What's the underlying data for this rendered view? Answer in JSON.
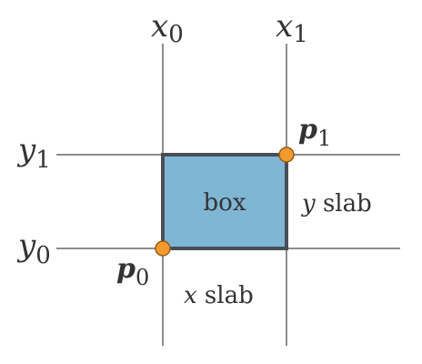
{
  "lines": {
    "x0": {
      "main": "x",
      "sub": "0"
    },
    "x1": {
      "main": "x",
      "sub": "1"
    },
    "y0": {
      "main": "y",
      "sub": "0"
    },
    "y1": {
      "main": "y",
      "sub": "1"
    }
  },
  "points": {
    "p0": {
      "main": "p",
      "sub": "0"
    },
    "p1": {
      "main": "p",
      "sub": "1"
    }
  },
  "box": {
    "label": "box"
  },
  "slabs": {
    "x": {
      "var": "x",
      "word": " slab"
    },
    "y": {
      "var": "y",
      "word": " slab"
    }
  },
  "colors": {
    "box_fill": "#7fb6d4",
    "box_stroke": "#4a4f57",
    "line": "#8c8c8c",
    "point_fill": "#f29a2e",
    "point_stroke": "#9a5a14",
    "text": "#333333"
  }
}
